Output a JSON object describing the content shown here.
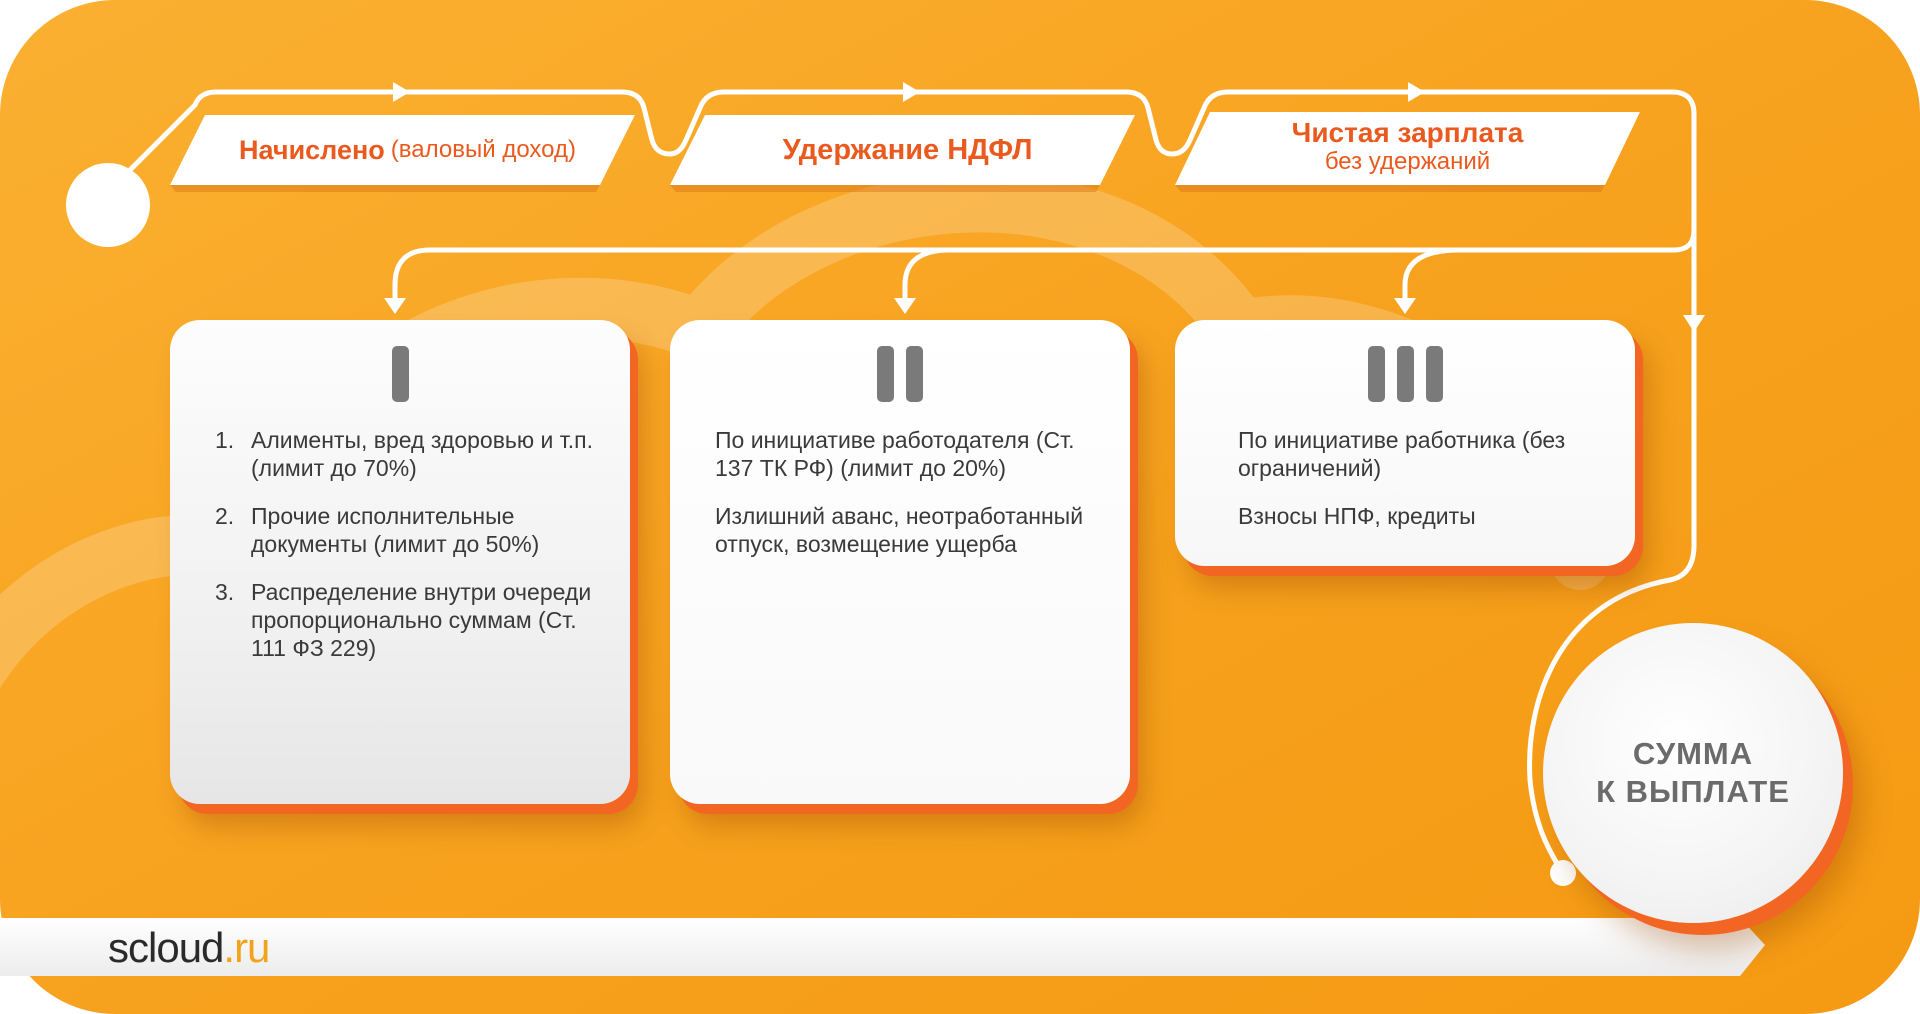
{
  "banners": {
    "accrued": {
      "title": "Начислено",
      "note": "(валовый доход)"
    },
    "tax": {
      "title": "Удержание НДФЛ"
    },
    "net": {
      "title": "Чистая зарплата",
      "note": "без удержаний"
    }
  },
  "cards": [
    {
      "numeral": "I",
      "items": [
        {
          "num": "1.",
          "text": "Алименты, вред здоровью и т.п. (лимит до 70%)"
        },
        {
          "num": "2.",
          "text": "Прочие исполнительные документы (лимит до 50%)"
        },
        {
          "num": "3.",
          "text": "Распределение внутри очереди пропорционально суммам (Ст. 111 ФЗ 229)"
        }
      ]
    },
    {
      "numeral": "II",
      "paragraphs": [
        "По инициативе работодателя (Ст. 137 ТК РФ) (лимит до 20%)",
        "Излишний аванс, неотработанный отпуск, возмещение ущерба"
      ]
    },
    {
      "numeral": "III",
      "paragraphs": [
        "По инициативе работника (без ограничений)",
        "Взносы НПФ, кредиты"
      ]
    }
  ],
  "result": {
    "line1": "СУММА",
    "line2": "К ВЫПЛАТЕ"
  },
  "logo": {
    "main": "scloud",
    "tld": ".ru"
  },
  "colors": {
    "background": "#f7a11d",
    "accent": "#ea5a1f",
    "card": "#f4f4f4",
    "text": "#3a3a3a",
    "numeral": "#7a7a7a"
  }
}
